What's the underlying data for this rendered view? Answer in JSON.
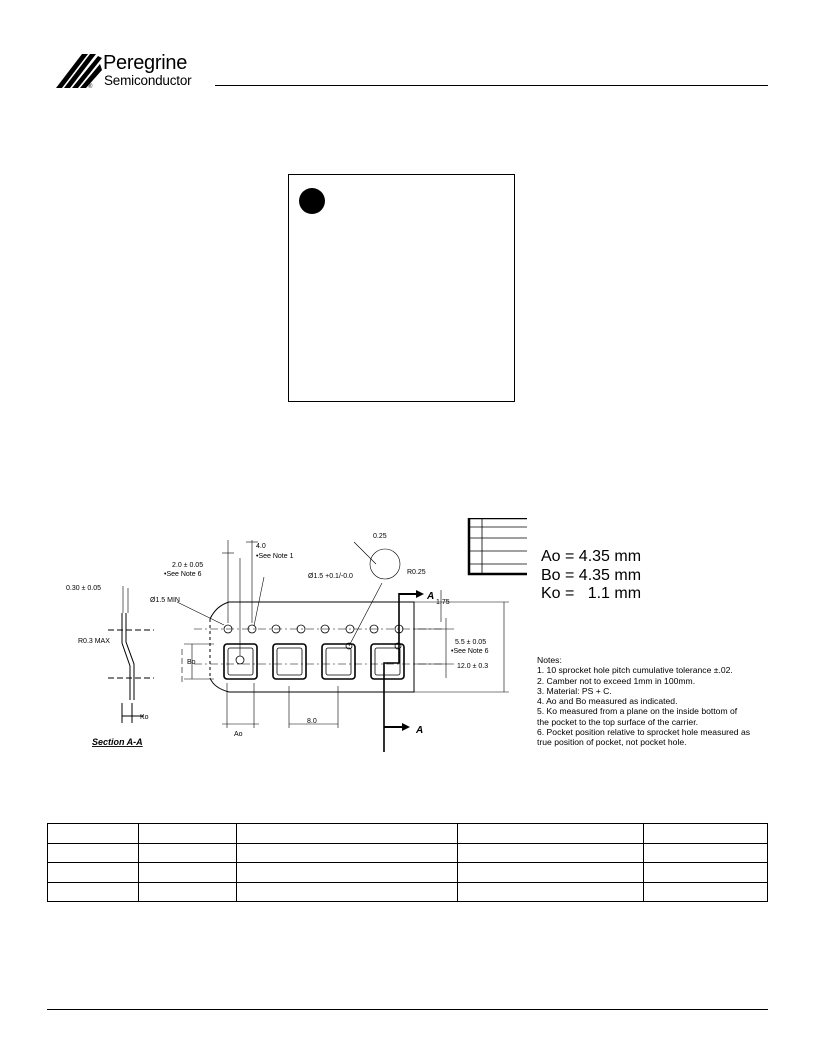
{
  "header": {
    "company_name": "Peregrine",
    "company_sub": "Semiconductor",
    "registered_mark": "®"
  },
  "dimensions": {
    "ao": "Ao = 4.35 mm",
    "bo": "Bo = 4.35 mm",
    "ko": "Ko =   1.1 mm"
  },
  "drawing": {
    "pitch_4": "4.0",
    "see_note_1": "•See Note 1",
    "pitch_2": "2.0 ± 0.05",
    "see_note_6": "•See Note 6",
    "hole_dia": "Ø1.5 +0.1/-0.0",
    "hole_min": "Ø1.5 MIN",
    "thickness": "0.30 ± 0.05",
    "radius_max": "R0.3 MAX",
    "bo": "Bo",
    "ao": "Ao",
    "ko": "Ko",
    "pitch_8": "8.0",
    "r025": "0.25",
    "r025b": "R0.25",
    "section_a": "A",
    "d175": "1.75",
    "d55": "5.5 ± 0.05",
    "see_note_6b": "•See Note 6",
    "width": "12.0 ± 0.3",
    "section_label": "Section A-A"
  },
  "notes": {
    "title": "Notes:",
    "lines": [
      "1. 10 sprocket hole pitch cumulative tolerance ±.02.",
      "2. Camber not to exceed 1mm in 100mm.",
      "3. Material: PS + C.",
      "4. Ao and Bo measured as indicated.",
      "5. Ko measured from a plane on the inside bottom of",
      "the pocket to the top surface of the carrier.",
      "6. Pocket position relative to sprocket hole measured as",
      "true position of pocket, not pocket hole."
    ]
  }
}
